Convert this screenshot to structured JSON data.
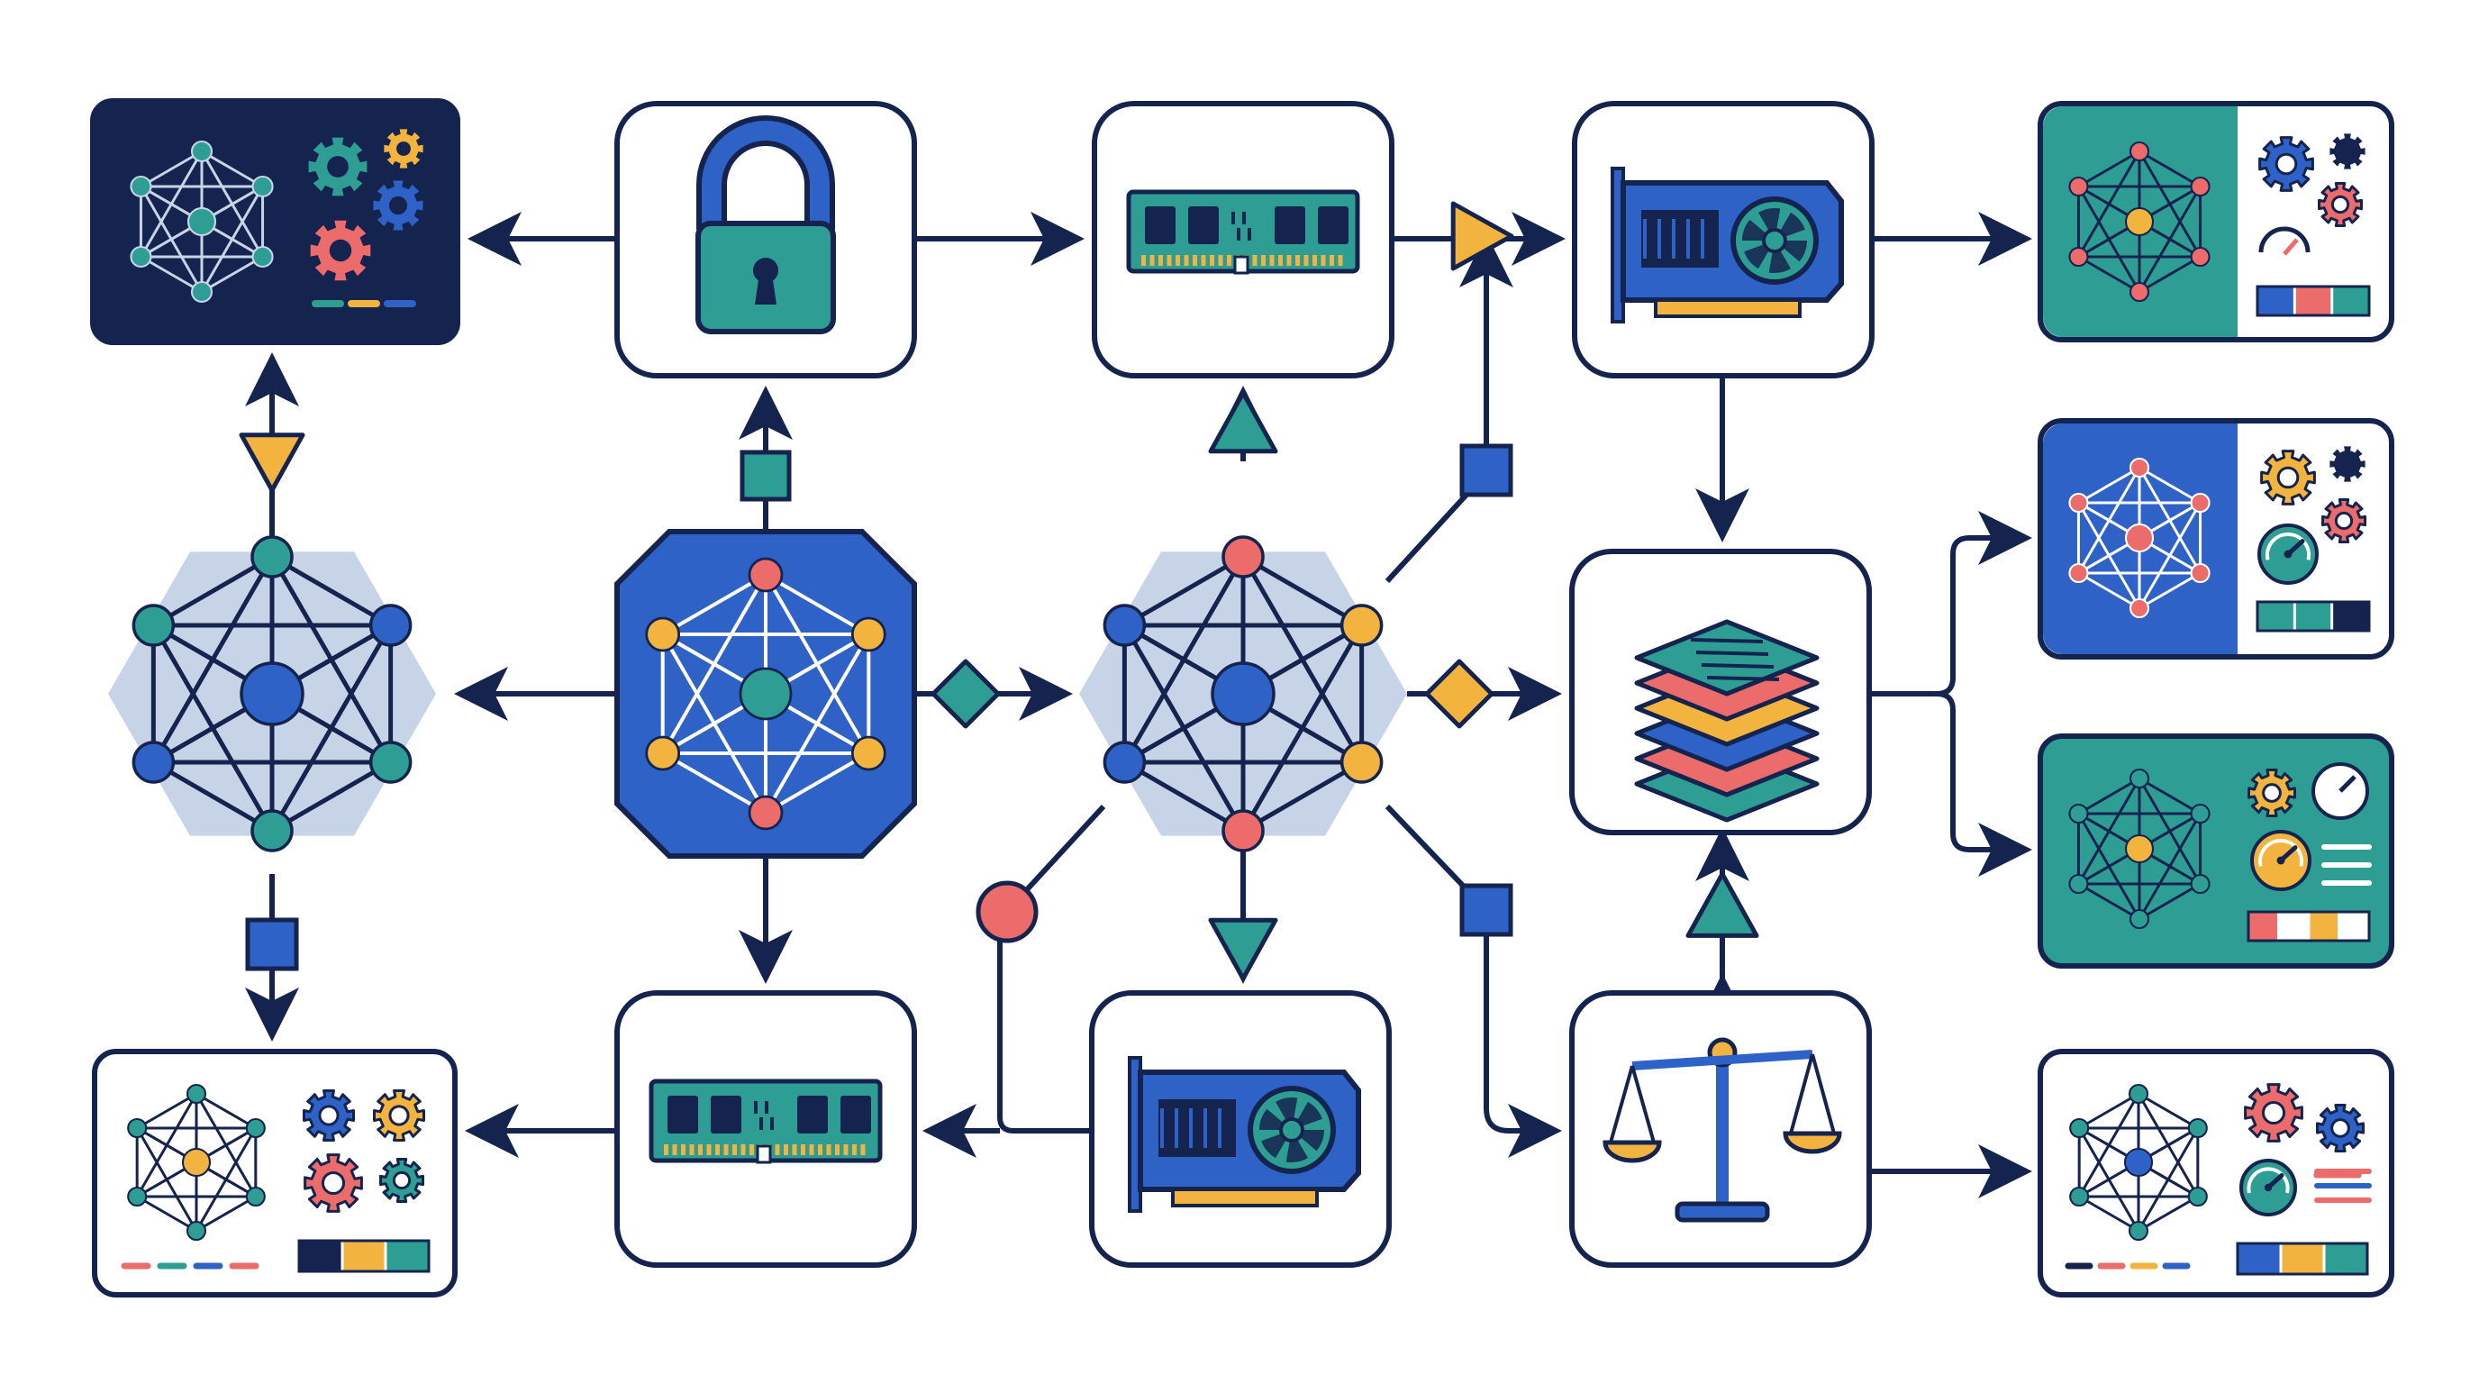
{
  "colors": {
    "navy": "#15234f",
    "blue": "#2f62c6",
    "teal": "#2e9e94",
    "coral": "#ec6b6b",
    "amber": "#f2b43e",
    "lightHex": "#c7d3e6",
    "white": "#ffffff"
  },
  "nodes": [
    {
      "name": "dashboard-navy",
      "icon": "network-dashboard-icon",
      "theme": "navy"
    },
    {
      "name": "lock-box",
      "icon": "lock-icon"
    },
    {
      "name": "ram-box-top",
      "icon": "memory-module-icon"
    },
    {
      "name": "gpu-box-top",
      "icon": "graphics-card-icon"
    },
    {
      "name": "dashboard-teal-top",
      "icon": "network-dashboard-icon",
      "theme": "teal"
    },
    {
      "name": "network-hub-left",
      "icon": "network-graph-icon"
    },
    {
      "name": "network-hub-center",
      "icon": "network-graph-icon",
      "theme": "blue"
    },
    {
      "name": "network-hub-right",
      "icon": "network-graph-icon"
    },
    {
      "name": "layers-box",
      "icon": "stacked-layers-icon"
    },
    {
      "name": "dashboard-blue",
      "icon": "network-dashboard-icon",
      "theme": "blue"
    },
    {
      "name": "dashboard-teal-mid",
      "icon": "network-dashboard-icon",
      "theme": "teal"
    },
    {
      "name": "dashboard-white-bottom-left",
      "icon": "network-dashboard-icon",
      "theme": "white"
    },
    {
      "name": "ram-box-bottom",
      "icon": "memory-module-icon"
    },
    {
      "name": "gpu-box-bottom",
      "icon": "graphics-card-icon"
    },
    {
      "name": "scale-box",
      "icon": "balance-scale-icon"
    },
    {
      "name": "dashboard-white-bottom-right",
      "icon": "network-dashboard-icon",
      "theme": "white"
    }
  ],
  "connectors": [
    "lock-to-dashboard-navy",
    "lock-to-ram-top",
    "ram-top-to-gpu-top",
    "gpu-top-to-dashboard-teal",
    "gpu-top-to-layers",
    "hub-center-to-lock",
    "hub-center-to-ram-bottom",
    "hub-center-to-hub-left",
    "hub-center-to-hub-right",
    "hub-left-to-dashboard-navy",
    "hub-left-to-dashboard-white",
    "hub-right-to-ram-top",
    "hub-right-to-gpu-top",
    "hub-right-to-layers",
    "hub-right-to-gpu-bottom",
    "hub-right-to-scale",
    "gpu-bottom-to-ram-bottom",
    "ram-bottom-to-dashboard-white",
    "layers-to-dashboard-blue",
    "layers-to-dashboard-teal",
    "layers-to-scale",
    "scale-to-dashboard-white-right"
  ]
}
